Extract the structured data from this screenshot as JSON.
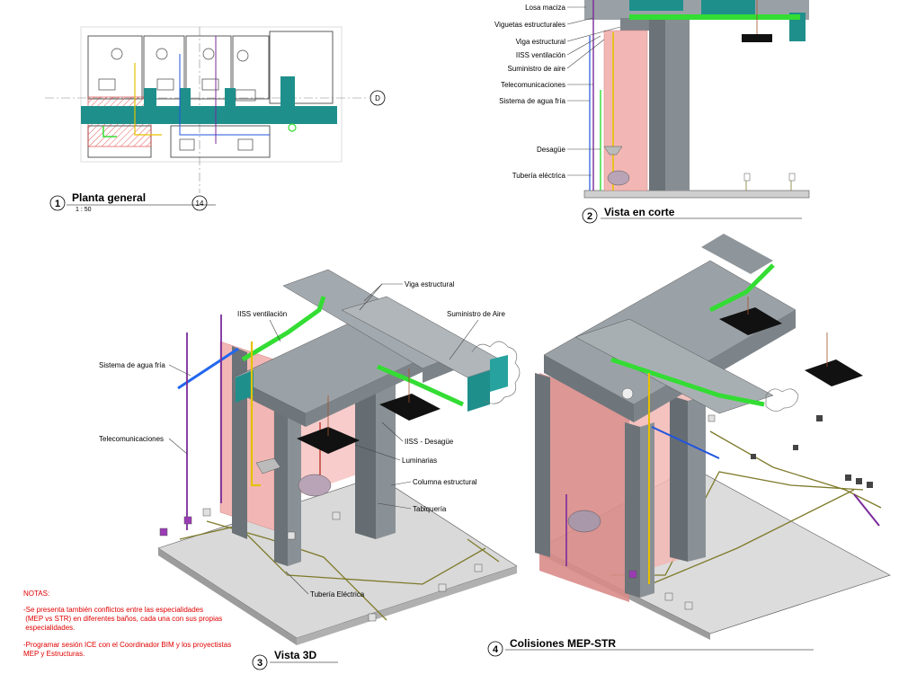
{
  "colors": {
    "duct": "#8b9298",
    "duct_dark": "#5f676c",
    "teal": "#1f8f8c",
    "green_pipe": "#33dd33",
    "yellow_pipe": "#e6c100",
    "blue_pipe": "#2255dd",
    "purple_pipe": "#7a2a9a",
    "olive_pipe": "#7e7a2a",
    "pink_wall": "#f2b7b4",
    "slab": "#d4d4d4",
    "note": "#e00000"
  },
  "views": {
    "plan": {
      "number": "1",
      "title": "Planta general",
      "scale": "1 : 50",
      "grid_d": "D",
      "grid_14": "14"
    },
    "section": {
      "number": "2",
      "title": "Vista en corte"
    },
    "view3d": {
      "number": "3",
      "title": "Vista 3D"
    },
    "clash": {
      "number": "4",
      "title": "Colisiones MEP-STR"
    }
  },
  "section_labels": [
    "Losa maciza",
    "Viguetas estructurales",
    "Viga estructural",
    "IISS ventilación",
    "Suministro de aire",
    "Telecomunicaciones",
    "Sistema de agua fría",
    "Desagüe",
    "Tubería eléctrica"
  ],
  "view3d_labels": {
    "viga": "Viga estructural",
    "ventilacion": "IISS ventilación",
    "suministro": "Suministro de Aire",
    "agua": "Sistema de agua fría",
    "telecom": "Telecomunicaciones",
    "desague": "IISS - Desagüe",
    "luminarias": "Luminarias",
    "columna": "Columna estructural",
    "tabiqueria": "Tabiquería",
    "electrica": "Tubería Eléctrica"
  },
  "notes": {
    "heading": "NOTAS:",
    "lines": [
      "-Se presenta también conflictos entre las especialidades",
      " (MEP vs STR) en diferentes baños, cada una con sus propias",
      " especialidades.",
      "",
      "-Programar sesión ICE con el Coordinador BIM y los proyectistas",
      "MEP y Estructuras."
    ]
  }
}
